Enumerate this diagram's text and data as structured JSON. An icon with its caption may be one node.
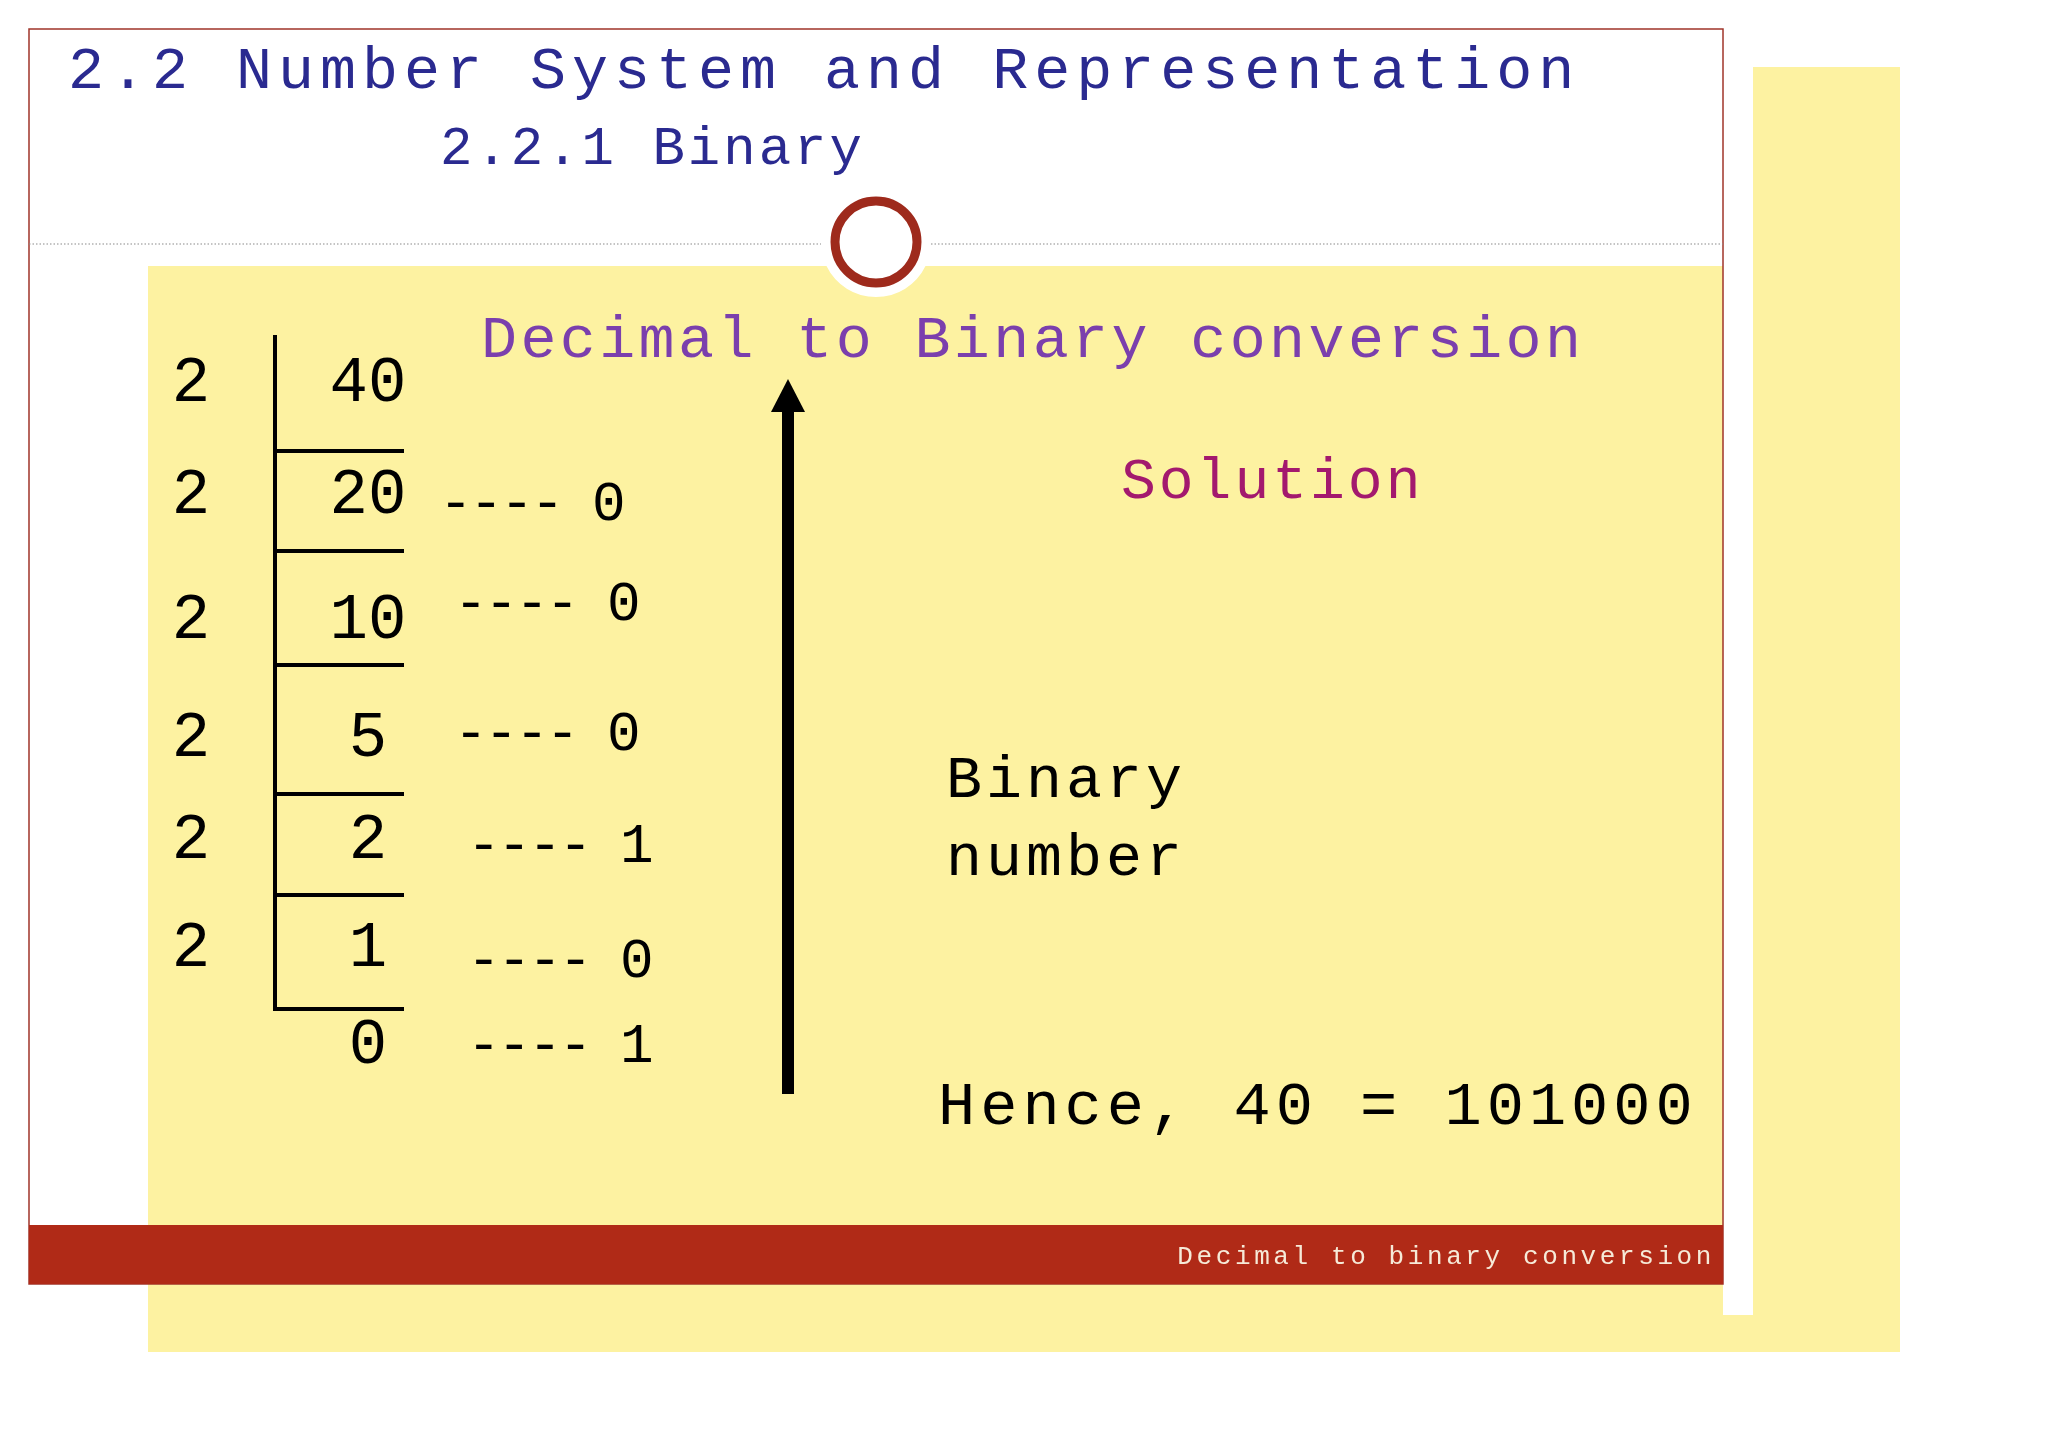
{
  "diagram": {
    "title": "2.2 Number System and Representation",
    "labels": [
      "2.2.1 Binary",
      "Decimal to Binary conversion",
      "2",
      "40",
      "2",
      "20",
      "---- 0",
      "2",
      "10",
      "---- 0",
      "2",
      "5",
      "---- 0",
      "2",
      "2",
      "---- 1",
      "2",
      "1",
      "---- 0",
      "0",
      "---- 1",
      "Solution",
      "Binary number",
      "Hence, 40 = 101000",
      "Decimal to binary conversion"
    ]
  }
}
